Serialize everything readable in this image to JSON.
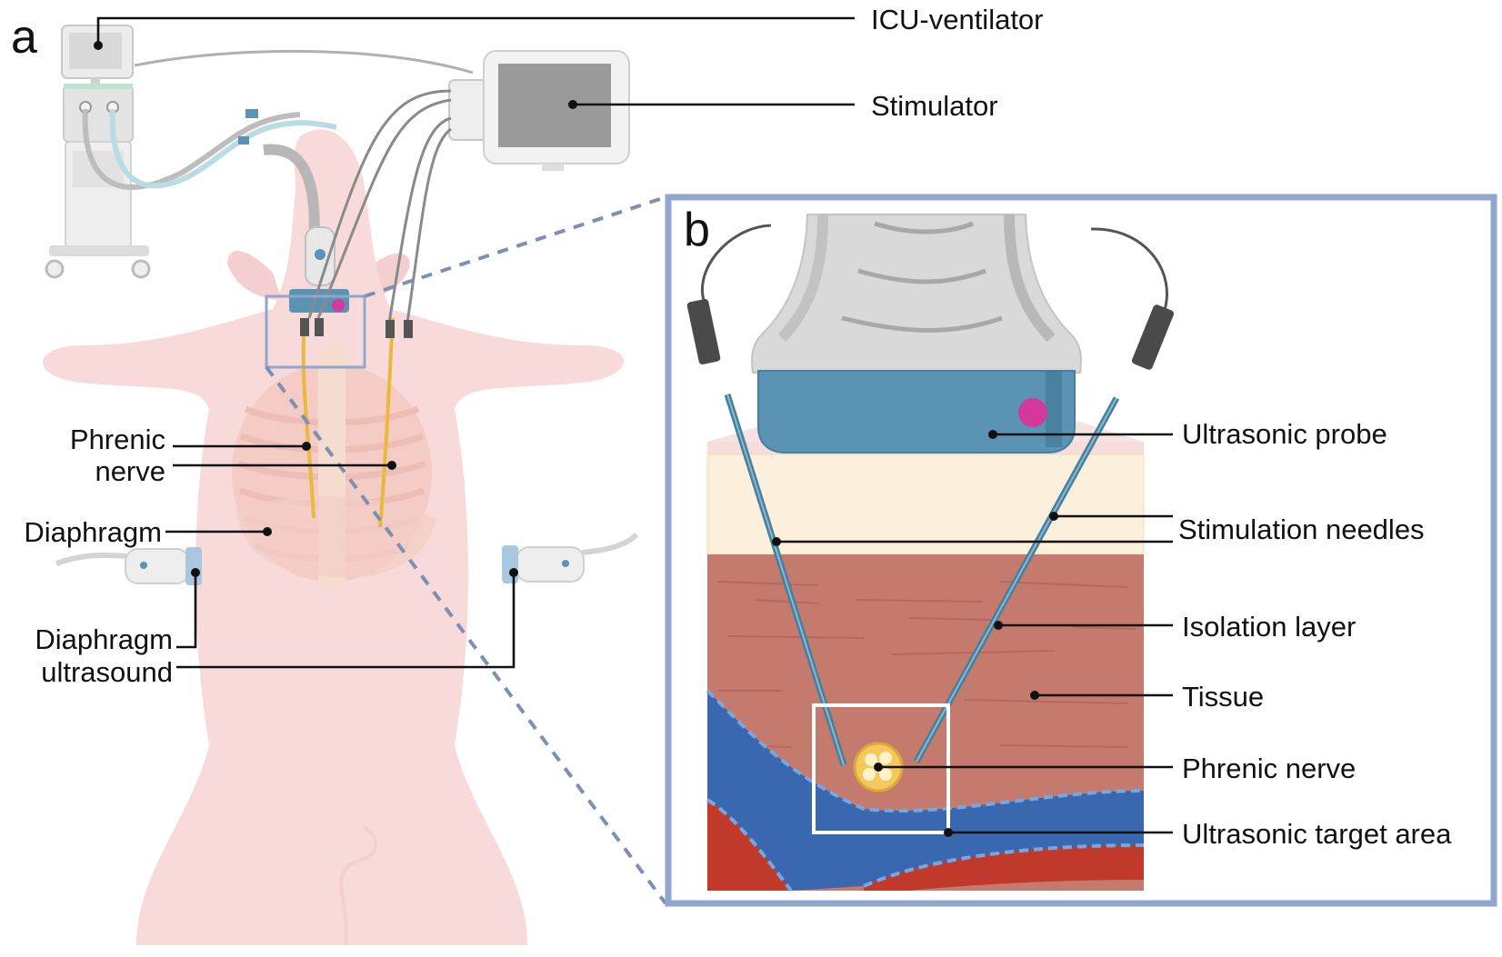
{
  "panel_a": {
    "letter": "a",
    "labels": {
      "icu_ventilator": "ICU-ventilator",
      "stimulator": "Stimulator",
      "phrenic_nerve_line1": "Phrenic",
      "phrenic_nerve_line2": "nerve",
      "diaphragm": "Diaphragm",
      "diaphragm_ultrasound_line1": "Diaphragm",
      "diaphragm_ultrasound_line2": "ultrasound"
    }
  },
  "panel_b": {
    "letter": "b",
    "labels": {
      "ultrasonic_probe": "Ultrasonic probe",
      "stimulation_needles": "Stimulation needles",
      "isolation_layer": "Isolation layer",
      "tissue": "Tissue",
      "phrenic_nerve": "Phrenic nerve",
      "ultrasonic_target_area": "Ultrasonic target area"
    }
  },
  "colors": {
    "pig_body": "#f6cfcf",
    "probe_blue": "#5a93b4",
    "magenta_dot": "#d2399a",
    "panel_border": "#8fa6cf",
    "muscle": "#c47a6c",
    "vessel_blue": "#3a68b0",
    "vessel_red": "#c0392b",
    "fat_layer": "#fcefdc",
    "nerve_yellow": "#f3c95c"
  }
}
